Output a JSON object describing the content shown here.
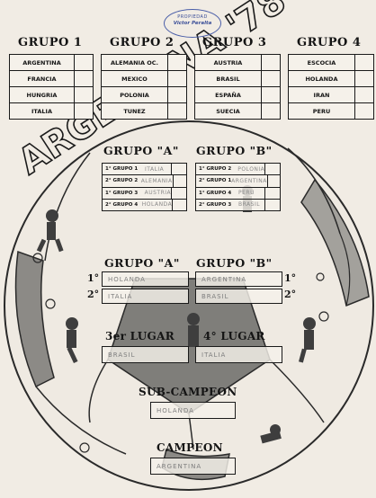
{
  "stamp": {
    "line1": "PROPIEDAD",
    "line2": "Victor Peralta"
  },
  "banner": "ARGENTINA '78",
  "group_stage": [
    {
      "title": "GRUPO 1",
      "teams": [
        "ARGENTINA",
        "FRANCIA",
        "HUNGRIA",
        "ITALIA"
      ]
    },
    {
      "title": "GRUPO 2",
      "teams": [
        "ALEMANIA OC.",
        "MEXICO",
        "POLONIA",
        "TUNEZ"
      ]
    },
    {
      "title": "GRUPO 3",
      "teams": [
        "AUSTRIA",
        "BRASIL",
        "ESPAÑA",
        "SUECIA"
      ]
    },
    {
      "title": "GRUPO 4",
      "teams": [
        "ESCOCIA",
        "HOLANDA",
        "IRAN",
        "PERU"
      ]
    }
  ],
  "second_round": [
    {
      "title": "GRUPO \"A\"",
      "slots": [
        {
          "label": "1° GRUPO 1",
          "written": "ITALIA"
        },
        {
          "label": "2° GRUPO 2",
          "written": "ALEMANIA"
        },
        {
          "label": "1° GRUPO 3",
          "written": "AUSTRIA"
        },
        {
          "label": "2° GRUPO 4",
          "written": "HOLANDA"
        }
      ]
    },
    {
      "title": "GRUPO \"B\"",
      "slots": [
        {
          "label": "1° GRUPO 2",
          "written": "POLONIA"
        },
        {
          "label": "2° GRUPO 1",
          "written": "ARGENTINA"
        },
        {
          "label": "1° GRUPO 4",
          "written": "PERU"
        },
        {
          "label": "2° GRUPO 3",
          "written": "BRASIL"
        }
      ]
    }
  ],
  "final_standings": {
    "group_a_title": "GRUPO \"A\"",
    "group_b_title": "GRUPO \"B\"",
    "first_label": "1°",
    "second_label": "2°",
    "a_first": "HOLANDA",
    "a_second": "ITALIA",
    "b_first": "ARGENTINA",
    "b_second": "BRASIL"
  },
  "third_place": {
    "title": "3er LUGAR",
    "written": "BRASIL"
  },
  "fourth_place": {
    "title": "4° LUGAR",
    "written": "ITALIA"
  },
  "runner_up": {
    "title": "SUB-CAMPEON",
    "written": "HOLANDA"
  },
  "champion": {
    "title": "CAMPEON",
    "written": "ARGENTINA"
  }
}
